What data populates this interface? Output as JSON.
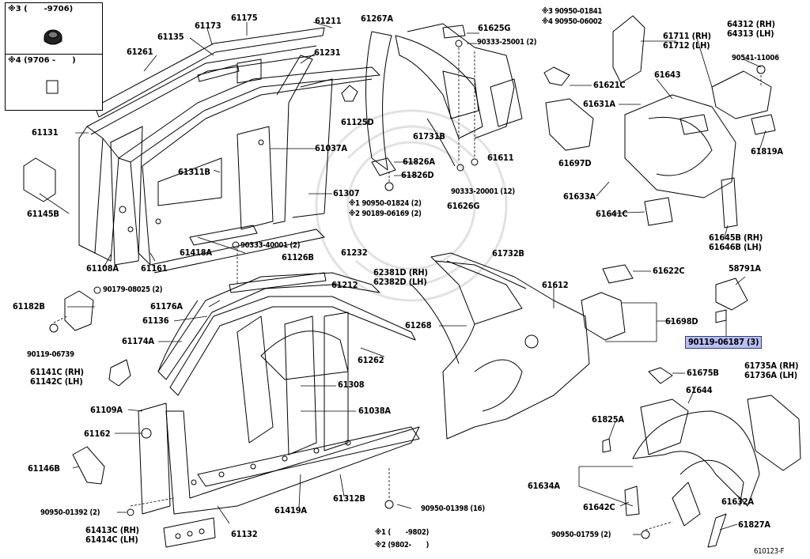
{
  "legend": {
    "item_a": "※3 (      -9706)",
    "item_b": "※4 (9706 -      )"
  },
  "parts": {
    "p61261": "61261",
    "p61135": "61135",
    "p61173": "61173",
    "p61175": "61175",
    "p61211": "61211",
    "p61231": "61231",
    "p61131": "61131",
    "p61145B": "61145B",
    "p61108A": "61108A",
    "p61161": "61161",
    "p61418A": "61418A",
    "p61311B": "61311B",
    "p61037A": "61037A",
    "p61307": "61307",
    "p61125D": "61125D",
    "p61267A": "61267A",
    "p61625G": "61625G",
    "p90333_25001": "90333-25001 (2)",
    "p3_90950_01841": "※3 90950-01841",
    "p4_90950_06002": "※4 90950-06002",
    "p61711": "61711 (RH)",
    "p61712": "61712 (LH)",
    "p64312": "64312 (RH)",
    "p64313": "64313 (LH)",
    "p90541_11006": "90541-11006",
    "p61621C": "61621C",
    "p61643": "61643",
    "p61631A": "61631A",
    "p61819A": "61819A",
    "p61731B": "61731B",
    "p61611": "61611",
    "p61826A": "61826A",
    "p61826D": "61826D",
    "p61697D": "61697D",
    "p90950_01824": "※1 90950-01824 (2)",
    "p90189_06169": "※2 90189-06169 (2)",
    "p90333_20001": "90333-20001 (12)",
    "p61633A": "61633A",
    "p61641C": "61641C",
    "p61626G": "61626G",
    "p61645B": "61645B (RH)",
    "p61646B": "61646B (LH)",
    "p90333_40001": "90333-40001 (2)",
    "p61126B": "61126B",
    "p61232": "61232",
    "p61732B": "61732B",
    "p62381D": "62381D (RH)",
    "p62382D": "62382D (LH)",
    "p61612": "61612",
    "p61622C": "61622C",
    "p58791A": "58791A",
    "p61182B": "61182B",
    "p90179_08025": "90179-08025 (2)",
    "p61176A": "61176A",
    "p61136": "61136",
    "p61174A": "61174A",
    "p61212": "61212",
    "p61268": "61268",
    "p61698D": "61698D",
    "p90119_06187": "90119-06187 (3)",
    "p90119_06739": "90119-06739",
    "p61262": "61262",
    "p61141C": "61141C (RH)",
    "p61142C": "61142C (LH)",
    "p61675B": "61675B",
    "p61735A": "61735A (RH)",
    "p61736A": "61736A (LH)",
    "p61308": "61308",
    "p61109A": "61109A",
    "p61038A": "61038A",
    "p61644": "61644",
    "p61825A": "61825A",
    "p61162": "61162",
    "p61146B": "61146B",
    "p61634A": "61634A",
    "p61642C": "61642C",
    "p61632A": "61632A",
    "p61419A": "61419A",
    "p61312B": "61312B",
    "p90950_01392": "90950-01392 (2)",
    "p90950_01398": "90950-01398 (16)",
    "p61413C": "61413C (RH)",
    "p61414C": "61414C (LH)",
    "p61132": "61132",
    "p90950_01759": "90950-01759 (2)",
    "p61827A": "61827A",
    "note1": "※1 (       -9802)",
    "note2": "※2 (9802-       )",
    "code": "610123-F"
  },
  "colors": {
    "line": "#000000",
    "highlight_fill": "#b9bff0",
    "highlight_border": "#2a3aa0"
  }
}
